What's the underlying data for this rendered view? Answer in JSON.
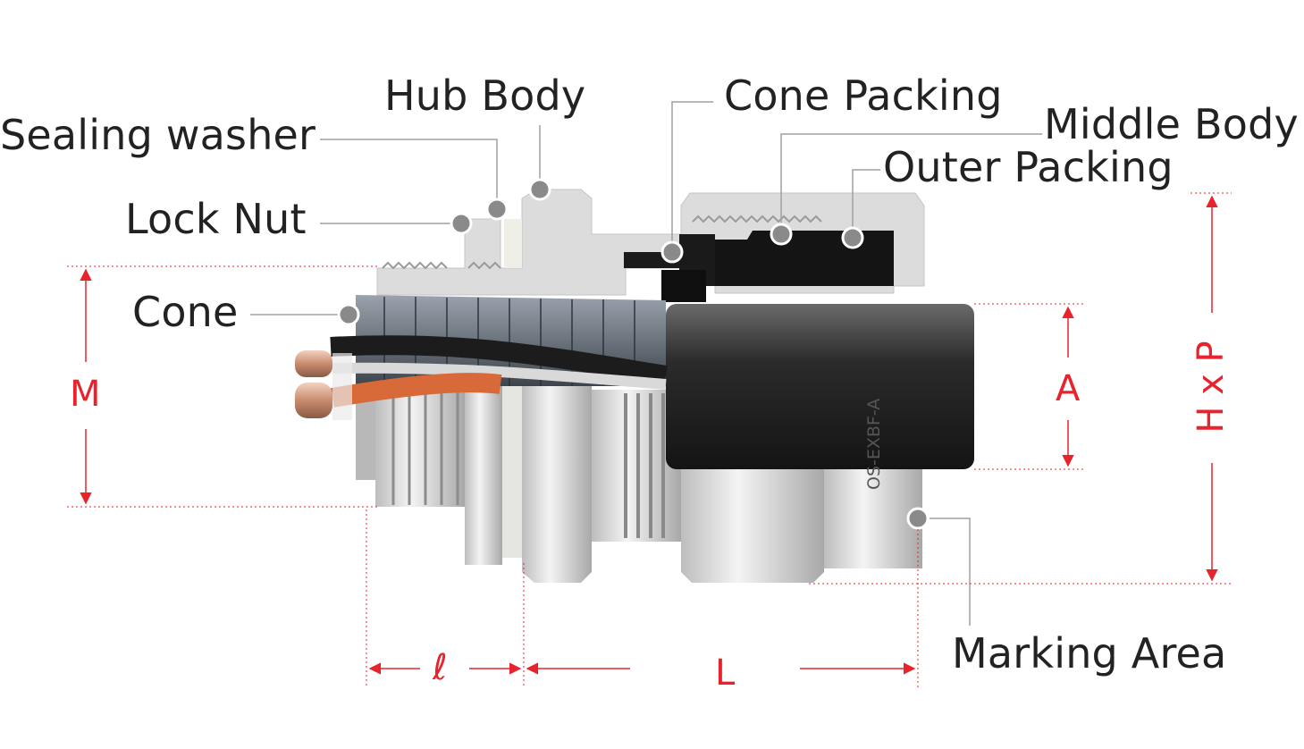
{
  "labels": {
    "sealing_washer": "Sealing washer",
    "hub_body": "Hub Body",
    "cone_packing": "Cone Packing",
    "middle_body": "Middle Body",
    "outer_packing": "Outer Packing",
    "lock_nut": "Lock Nut",
    "cone": "Cone",
    "marking_area": "Marking Area"
  },
  "dimensions": {
    "M": "M",
    "A": "A",
    "HxP": "H x P",
    "l": "ℓ",
    "L": "L"
  },
  "marking_text": "OS-EXBF-A",
  "colors": {
    "dimension": "#e8232b",
    "leader": "#a0a0a0",
    "marker": "#8a8a8a",
    "metal": "#d6d6d6",
    "packing": "#1a1a1a",
    "cable": "#2e2e2e"
  }
}
